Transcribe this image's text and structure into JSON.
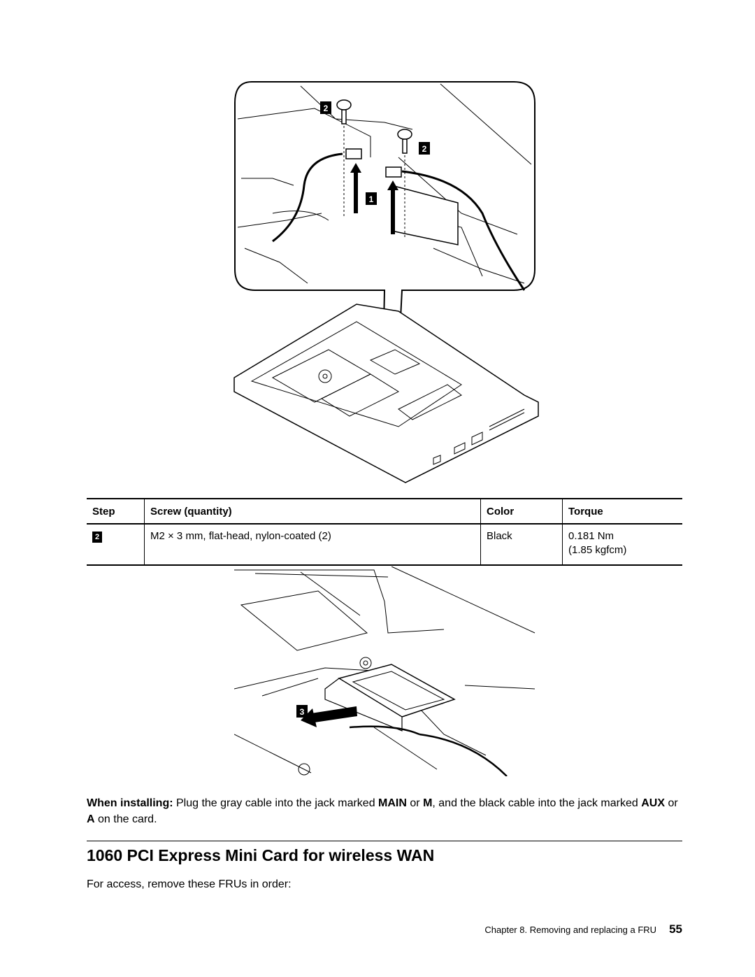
{
  "figure1": {
    "callouts": [
      "2",
      "2",
      "1"
    ]
  },
  "table": {
    "headers": [
      "Step",
      "Screw (quantity)",
      "Color",
      "Torque"
    ],
    "rows": [
      {
        "step": "2",
        "screw": "M2 × 3 mm, flat-head, nylon-coated (2)",
        "color": "Black",
        "torque_nm": "0.181 Nm",
        "torque_kgfcm": "(1.85 kgfcm)"
      }
    ]
  },
  "figure2": {
    "callouts": [
      "3"
    ]
  },
  "when_installing": {
    "lead": "When installing:",
    "t1": " Plug the gray cable into the jack marked ",
    "b1": "MAIN",
    "t2": " or ",
    "b2": "M",
    "t3": ", and the black cable into the jack marked ",
    "b3": "AUX",
    "t4": " or ",
    "b4": "A",
    "t5": " on the card."
  },
  "section": {
    "title": "1060 PCI Express Mini Card for wireless WAN",
    "access_text": "For access, remove these FRUs in order:"
  },
  "footer": {
    "chapter": "Chapter 8. Removing and replacing a FRU",
    "page": "55"
  }
}
